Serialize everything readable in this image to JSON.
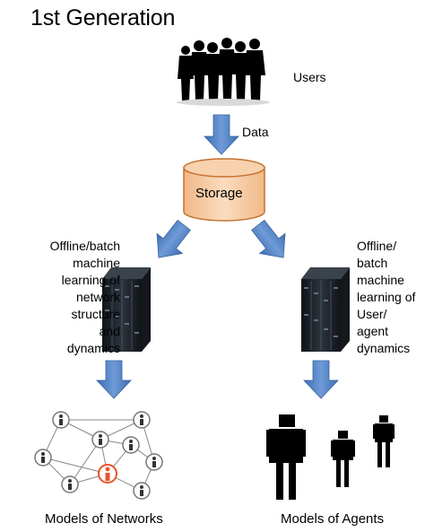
{
  "title": "1st Generation",
  "users_label": "Users",
  "data_label": "Data",
  "storage_label": "Storage",
  "left_process_lines": [
    "Offline/batch",
    "machine",
    "learning of",
    "network",
    "structure",
    "and",
    "dynamics"
  ],
  "right_process_lines": [
    "Offline/",
    "batch",
    "machine",
    "learning of",
    "User/",
    "agent",
    "dynamics"
  ],
  "models_networks_label": "Models of Networks",
  "models_agents_label": "Models of Agents",
  "colors": {
    "arrow": "#4a7fc4",
    "storage_fill": "#f5c9a0",
    "storage_stroke": "#c4712e",
    "highlight_node": "#e8542a",
    "server": "#1e232a"
  }
}
